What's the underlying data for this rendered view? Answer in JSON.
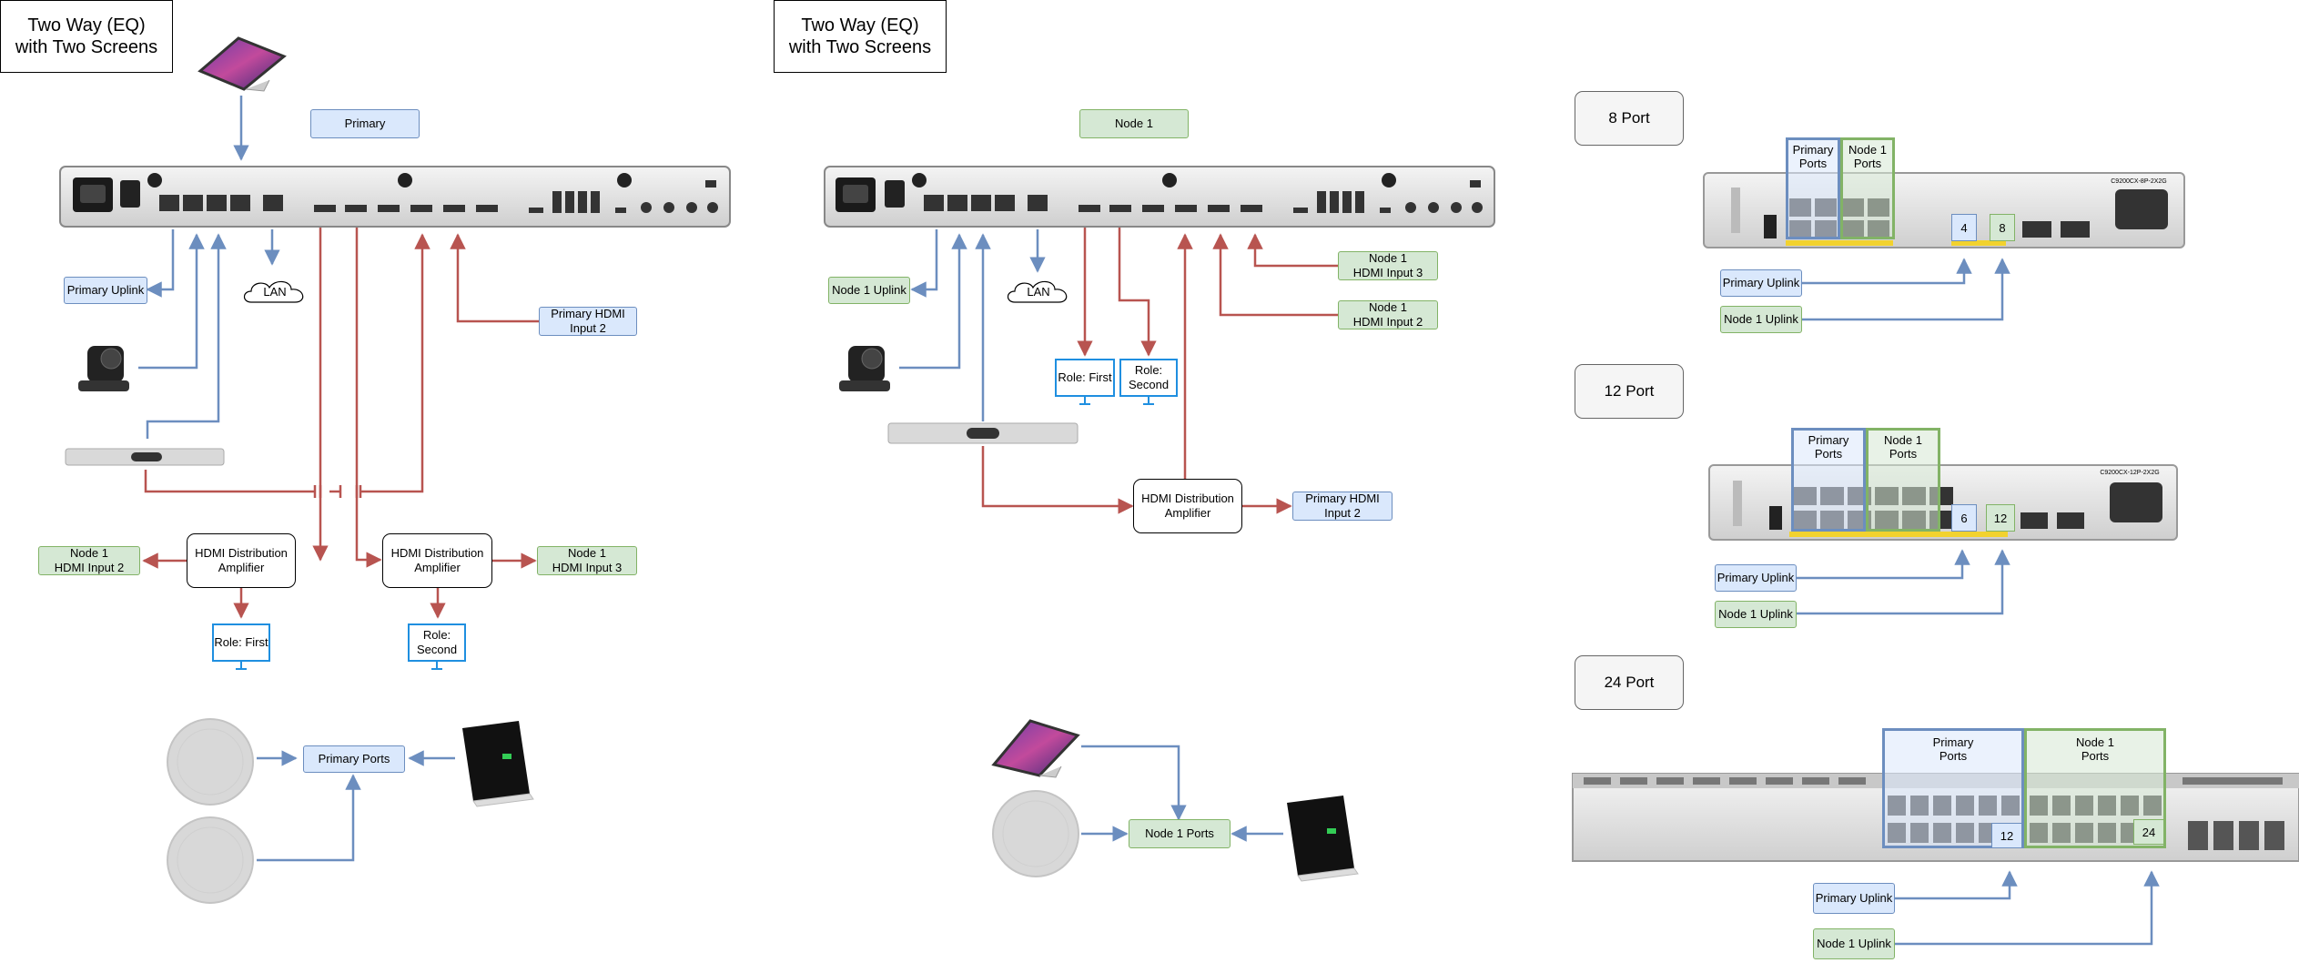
{
  "colors": {
    "blue_fill": "#dae8fc",
    "blue_stroke": "#6c8ebf",
    "green_fill": "#d5e8d4",
    "green_stroke": "#82b366",
    "red_line": "#b85450",
    "blue_line": "#6c8ebf",
    "role_blue": "#1f8fe0"
  },
  "left": {
    "title": "Two Way (EQ)\nwith Two Screens",
    "primary_label": "Primary",
    "primary_uplink": "Primary Uplink",
    "lan": "LAN",
    "primary_hdmi_input2": "Primary HDMI\nInput 2",
    "node1_hdmi_input2": "Node 1\nHDMI Input 2",
    "hda1": "HDMI Distribution\nAmplifier",
    "hda2": "HDMI Distribution\nAmplifier",
    "node1_hdmi_input3": "Node 1\nHDMI Input 3",
    "role_first": "Role: First",
    "role_second": "Role:\nSecond",
    "primary_ports": "Primary Ports"
  },
  "middle": {
    "title": "Two Way (EQ)\nwith Two Screens",
    "node1_label": "Node 1",
    "node1_uplink": "Node 1 Uplink",
    "lan": "LAN",
    "node1_hdmi_input3": "Node 1\nHDMI Input 3",
    "node1_hdmi_input2": "Node 1\nHDMI Input 2",
    "role_first": "Role: First",
    "role_second": "Role:\nSecond",
    "hda": "HDMI Distribution\nAmplifier",
    "primary_hdmi_input2": "Primary HDMI\nInput 2",
    "node1_ports": "Node 1 Ports"
  },
  "right": {
    "port8": "8 Port",
    "port12": "12 Port",
    "port24": "24 Port",
    "primary_ports": "Primary\nPorts",
    "node1_ports": "Node 1\nPorts",
    "primary_uplink": "Primary Uplink",
    "node1_uplink": "Node 1 Uplink",
    "sw8_ports": [
      "4",
      "8"
    ],
    "sw12_ports": [
      "6",
      "12"
    ],
    "sw24_ports": [
      "12",
      "24"
    ],
    "sw8_model": "C9200CX-8P-2X2G",
    "sw12_model": "C9200CX-12P-2X2G"
  }
}
